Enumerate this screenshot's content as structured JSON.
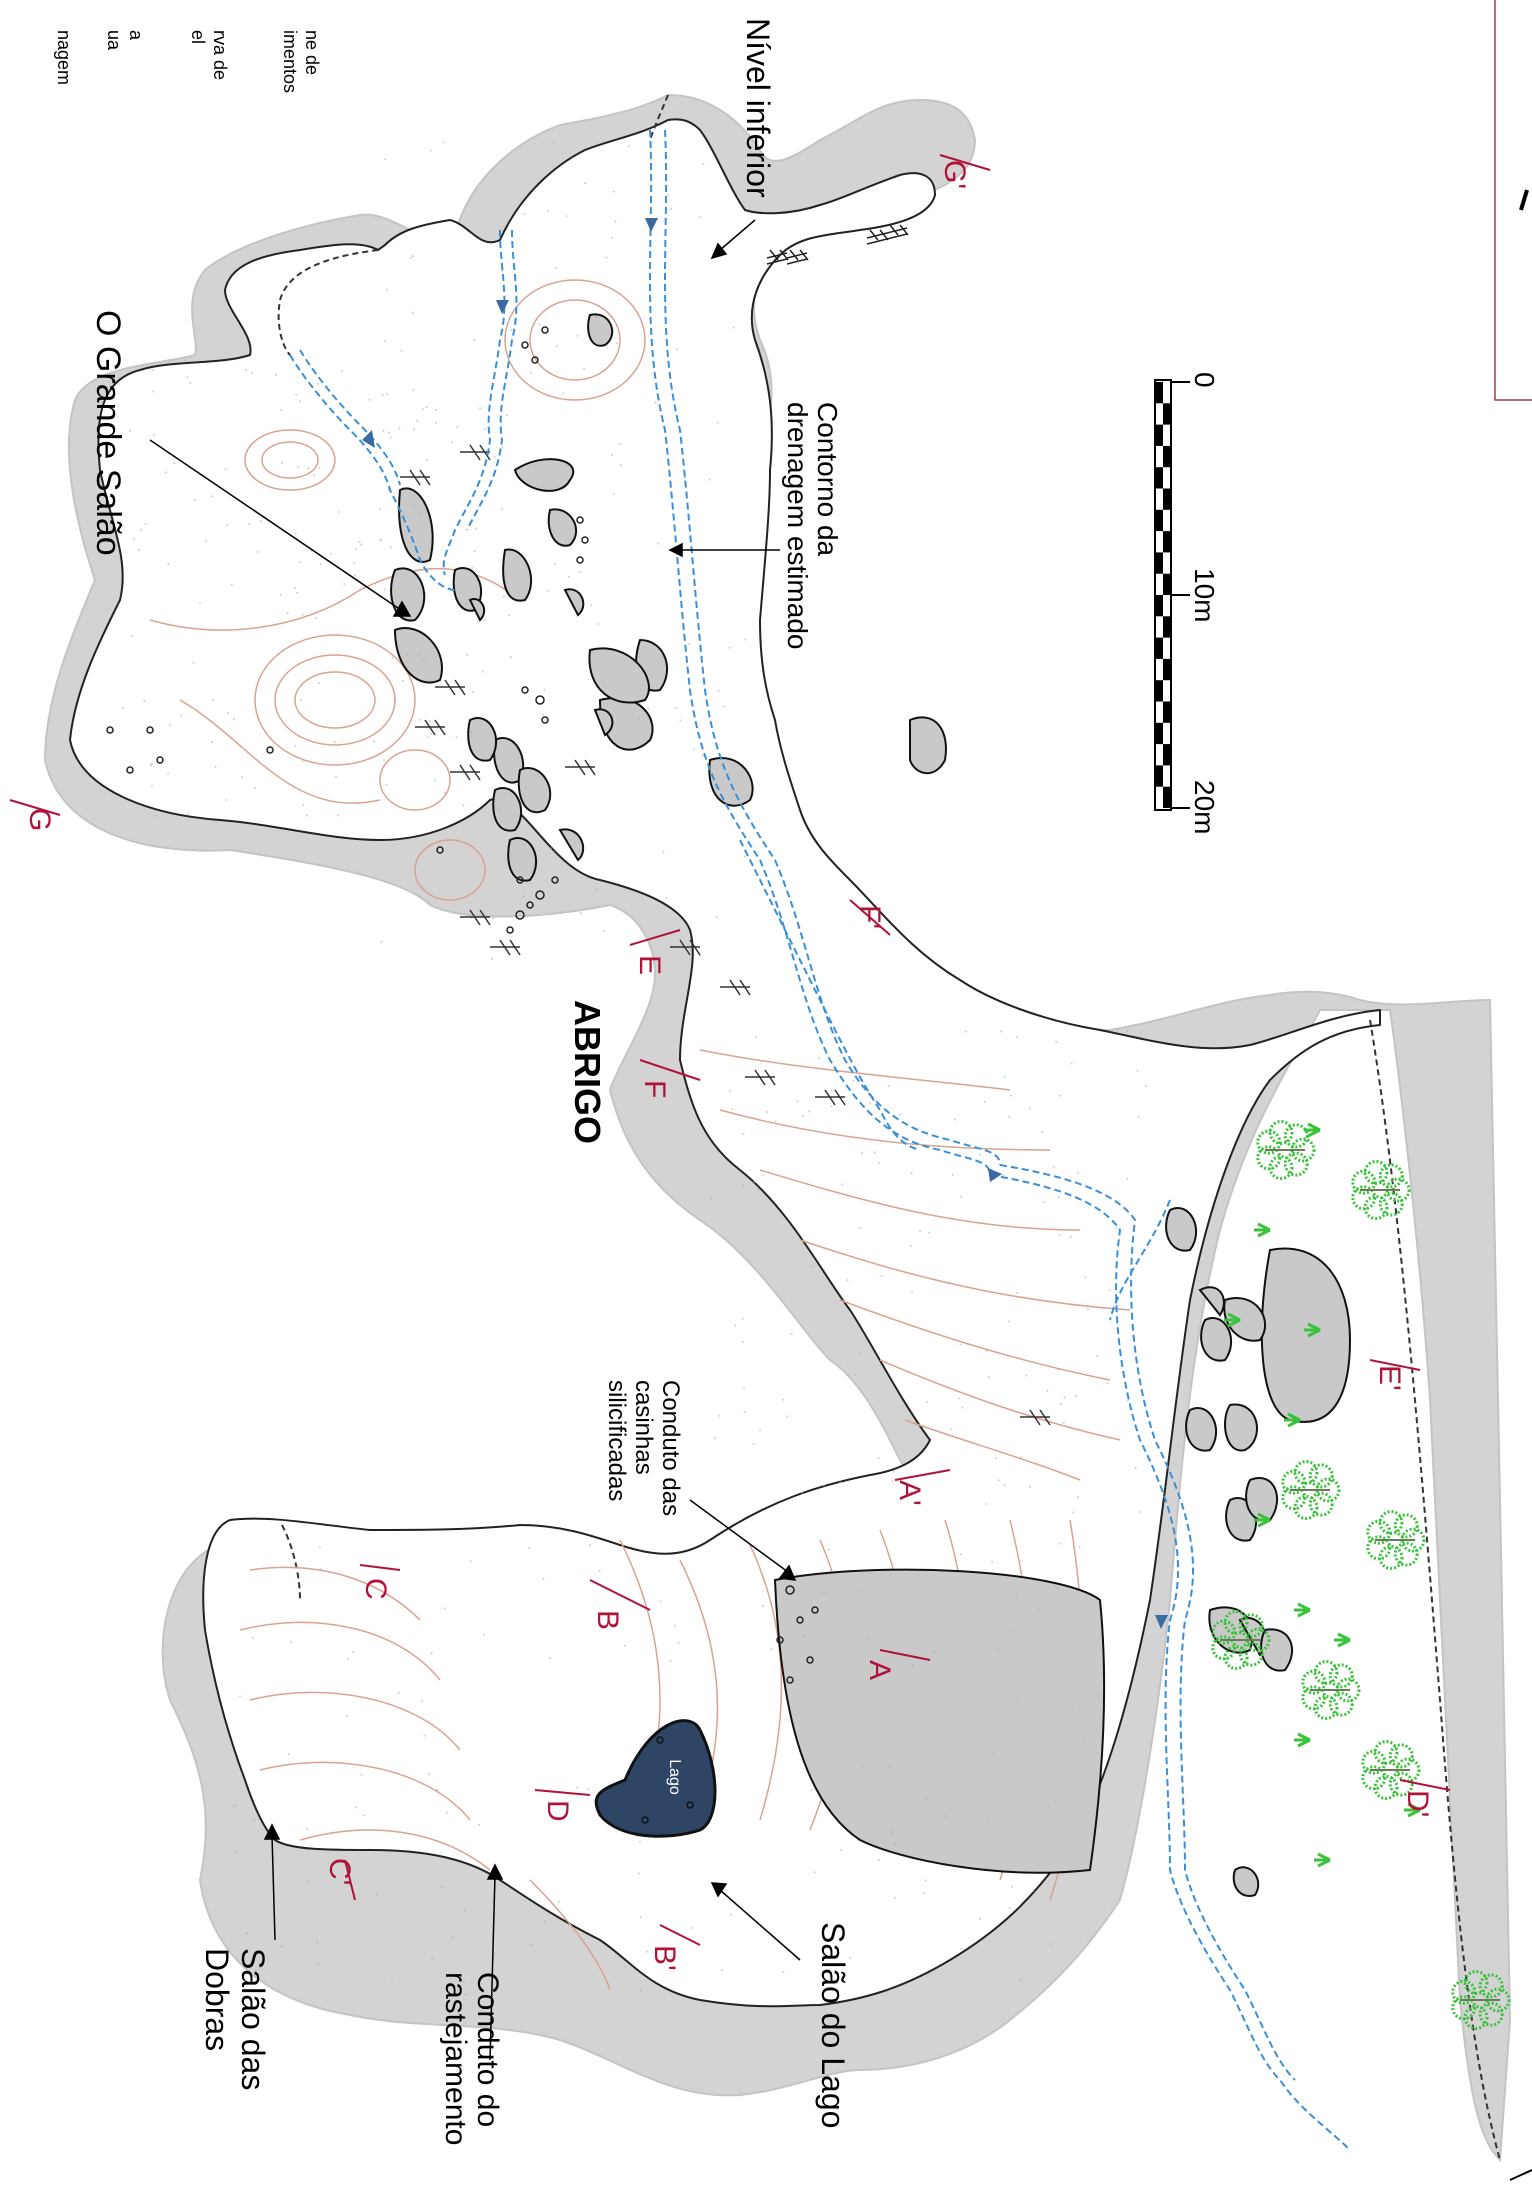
{
  "map": {
    "scale": {
      "labels": [
        "0",
        "10m",
        "20m"
      ]
    },
    "places": {
      "nivel_inferior": "Nível inferior",
      "contorno": [
        "Contorno da",
        "drenagem estimado"
      ],
      "grande_salao": "O Grande Salão",
      "conduto_casinhas": [
        "Conduto das",
        "casinhas",
        "silicificadas"
      ],
      "salao_lago": "Salão do Lago",
      "conduto_rastejamento": [
        "Conduto do",
        "rastejamento"
      ],
      "salao_dobras": [
        "Salão das",
        "Dobras"
      ],
      "lago": "Lago",
      "abrigo": "ABRIGO"
    },
    "legend_fragments": [
      "ne de",
      "imentos",
      "rva de",
      "el",
      "a",
      "ua",
      "nagem"
    ],
    "sections": [
      "G'",
      "G",
      "F'",
      "E",
      "F",
      "E'",
      "A'",
      "A",
      "B",
      "C",
      "C'",
      "D",
      "D'",
      "B'"
    ],
    "colors": {
      "cave_floor": "#ffffff",
      "cave_wall": "#d3d3d3",
      "drainage": "#3a8fd6",
      "contour": "#d9a391",
      "section_mark": "#b0123a",
      "vegetation": "#39c23a",
      "lake": "#2e4565"
    }
  }
}
